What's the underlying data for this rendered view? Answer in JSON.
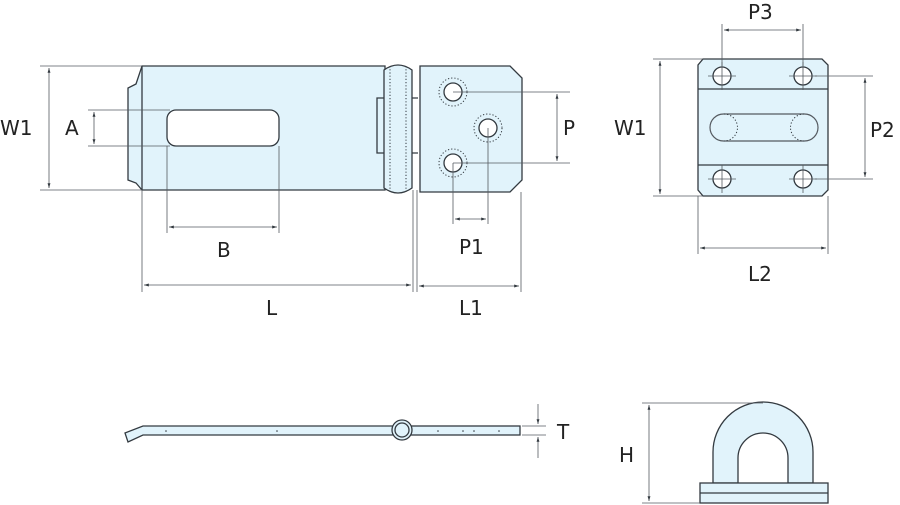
{
  "diagram": {
    "subject": "Hasp and staple technical drawing",
    "views": {
      "top_view": {
        "labels": {
          "w1": "W1",
          "a": "A",
          "b": "B",
          "l": "L",
          "l1": "L1",
          "p": "P",
          "p1": "P1"
        }
      },
      "staple_top_view": {
        "labels": {
          "w1": "W1",
          "p2": "P2",
          "p3": "P3",
          "l2": "L2"
        }
      },
      "side_view": {
        "labels": {
          "t": "T"
        }
      },
      "staple_side_view": {
        "labels": {
          "h": "H"
        }
      }
    },
    "colors": {
      "part_fill": "#e1f3fb",
      "outline": "#333a40",
      "dimension_line": "#555a60",
      "label": "#222222"
    }
  }
}
